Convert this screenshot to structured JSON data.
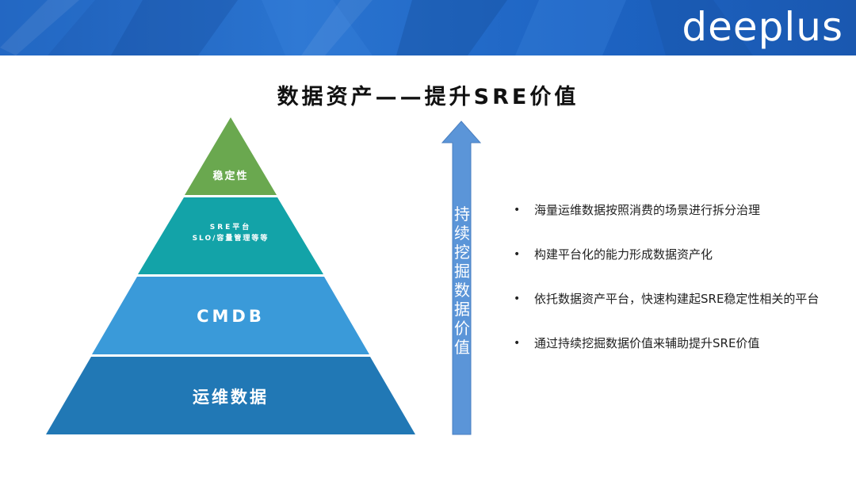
{
  "header": {
    "logo": "deeplus"
  },
  "title": "数据资产——提升SRE价值",
  "pyramid": {
    "top": "稳定性",
    "tier2_line1": "SRE平台",
    "tier2_line2": "SLO/容量管理等等",
    "tier3": "CMDB",
    "bottom": "运维数据"
  },
  "arrow_label": "持续挖掘数据价值",
  "bullets": [
    "海量运维数据按照消费的场景进行拆分治理",
    "构建平台化的能力形成数据资产化",
    "依托数据资产平台，快速构建起SRE稳定性相关的平台",
    "通过持续挖掘数据价值来辅助提升SRE价值"
  ],
  "bullet_glyph": "•",
  "colors": {
    "banner": "#1f63c0",
    "tier1": "#6aa84f",
    "tier2": "#13a3a8",
    "tier3": "#3a9ad9",
    "tier4": "#2178b5",
    "arrow": "#5b95d8"
  }
}
